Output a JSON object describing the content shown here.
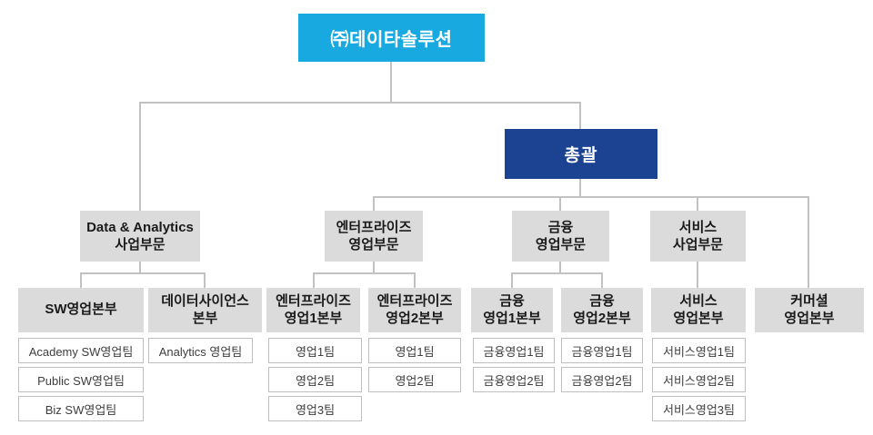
{
  "chart": {
    "company": {
      "label": "㈜데이타솔루션"
    },
    "head": {
      "label": "총괄"
    },
    "divisions": [
      {
        "lines": [
          "Data & Analytics",
          "사업부문"
        ]
      },
      {
        "lines": [
          "엔터프라이즈",
          "영업부문"
        ]
      },
      {
        "lines": [
          "금융",
          "영업부문"
        ]
      },
      {
        "lines": [
          "서비스",
          "사업부문"
        ]
      }
    ],
    "headquarters": [
      {
        "lines": [
          "SW영업본부"
        ]
      },
      {
        "lines": [
          "데이터사이언스",
          "본부"
        ]
      },
      {
        "lines": [
          "엔터프라이즈",
          "영업1본부"
        ]
      },
      {
        "lines": [
          "엔터프라이즈",
          "영업2본부"
        ]
      },
      {
        "lines": [
          "금융",
          "영업1본부"
        ]
      },
      {
        "lines": [
          "금융",
          "영업2본부"
        ]
      },
      {
        "lines": [
          "서비스",
          "영업본부"
        ]
      },
      {
        "lines": [
          "커머셜",
          "영업본부"
        ]
      }
    ],
    "teams": {
      "sw_sales": [
        "Academy SW영업팀",
        "Public SW영업팀",
        "Biz SW영업팀"
      ],
      "data_science": [
        "Analytics 영업팀"
      ],
      "enterprise1": [
        "영업1팀",
        "영업2팀",
        "영업3팀"
      ],
      "enterprise2": [
        "영업1팀",
        "영업2팀"
      ],
      "finance1": [
        "금융영업1팀",
        "금융영업2팀"
      ],
      "finance2": [
        "금융영업1팀",
        "금융영업2팀"
      ],
      "service": [
        "서비스영업1팀",
        "서비스영업2팀",
        "서비스영업3팀"
      ]
    }
  },
  "colors": {
    "company_box": "#19A9E1",
    "head_box": "#1B4391",
    "division_box": "#DBDBDB",
    "team_border": "#BFBFBF",
    "connector": "#C2C2C2"
  }
}
